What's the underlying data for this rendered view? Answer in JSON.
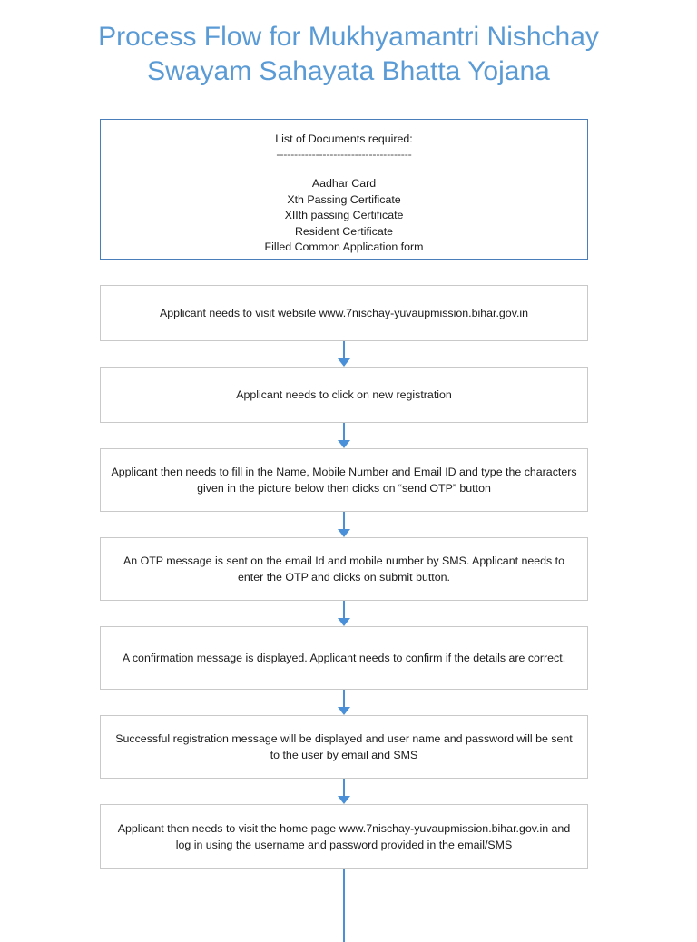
{
  "title": {
    "line1": "Process Flow for Mukhyamantri Nishchay",
    "line2": "Swayam Sahayata Bhatta Yojana",
    "color": "#5B9BD5"
  },
  "colors": {
    "title_blue": "#5B9BD5",
    "arrow_blue": "#4A90D9",
    "doc_box_border": "#4A7EBB",
    "step_box_border": "#C9C9C9",
    "text": "#1A1A1A"
  },
  "documents_box": {
    "heading": "List of Documents required:",
    "separator": "--------------------------------------",
    "items": [
      "Aadhar Card",
      "Xth Passing Certificate",
      "XIIth passing Certificate",
      "Resident Certificate",
      "Filled Common Application form"
    ]
  },
  "steps": [
    {
      "id": "visit-website",
      "text": "Applicant needs to visit website www.7nischay-yuvaupmission.bihar.gov.in"
    },
    {
      "id": "new-registration",
      "text": "Applicant needs to click on new registration"
    },
    {
      "id": "fill-details",
      "text": "Applicant then needs to fill in the Name, Mobile Number and Email ID and type the characters given in the picture below then clicks on “send OTP” button"
    },
    {
      "id": "otp-message",
      "text": "An OTP message is sent on the email Id and mobile number by SMS. Applicant needs to enter the OTP and clicks on submit button."
    },
    {
      "id": "confirmation-message",
      "text": "A confirmation message is displayed. Applicant needs to confirm if the details are correct."
    },
    {
      "id": "successful-registration",
      "text": "Successful registration message will be displayed and user name and password will be sent to the user by email and SMS"
    },
    {
      "id": "login-home-page",
      "text": "Applicant then needs to visit the home page www.7nischay-yuvaupmission.bihar.gov.in and log in using the username and password provided in the email/SMS"
    }
  ]
}
